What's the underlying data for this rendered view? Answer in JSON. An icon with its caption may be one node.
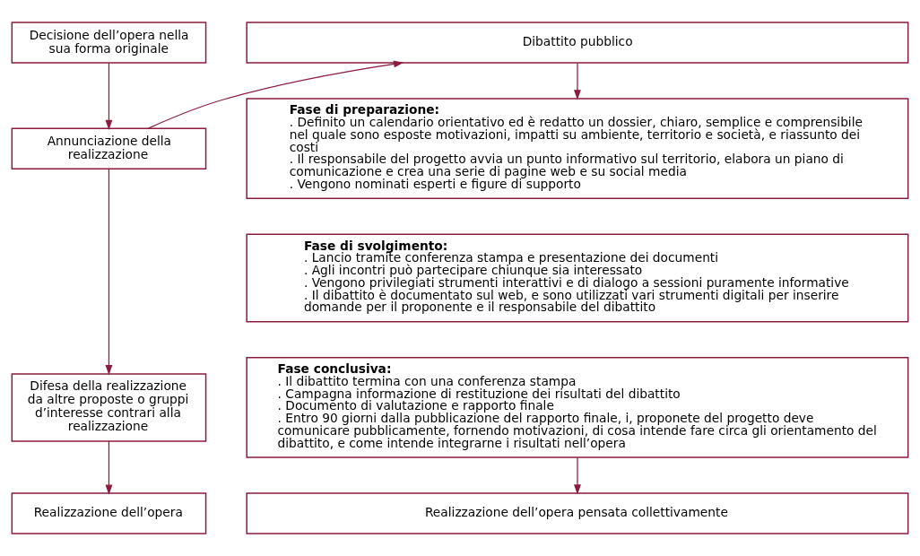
{
  "diagram": {
    "nodes": [
      {
        "text": [
          "Decisione dell’opera nella sua forma originale"
        ]
      },
      {
        "text": [
          "Annunciazione della realizzazione"
        ]
      },
      {
        "text": [
          "Difesa della realizzazione da altre proposte o gruppi d’interesse contrari alla realizzazione"
        ]
      },
      {
        "text": [
          "Realizzazione dell’opera"
        ]
      },
      {
        "text": [
          "Dibattito pubblico"
        ]
      },
      {
        "text": [
          "Fase di preparazione:",
          ". Definito un calendario orientativo ed è redatto un dossier, chiaro, semplice e comprensibile nel quale sono esposte motivazioni, impatti su ambiente, territorio e società, e riassunto dei costi",
          ". Il responsabile del progetto avvia un punto informativo sul territorio, elabora un piano di comunicazione e crea una serie di pagine web e su social media",
          ". Vengono nominati esperti e figure di supporto"
        ]
      },
      {
        "text": [
          "Fase di svolgimento:",
          ". Lancio tramite conferenza stampa e presentazione dei documenti",
          ". Agli incontri può partecipare chiunque sia interessato",
          ". Vengono privilegiati strumenti interattivi e di dialogo a sessioni puramente informative",
          ". Il dibattito è documentato sul web, e sono utilizzati vari strumenti digitali per inserire domande per il proponente e il responsabile del dibattito"
        ]
      },
      {
        "text": [
          "Fase conclusiva:",
          ". Il dibattito termina con una conferenza stampa",
          ". Campagna informazione di restituzione dei risultati del dibattito",
          ". Documento di valutazione e rapporto finale",
          ". Entro 90 giorni dalla pubblicazione del rapporto finale, i, proponete del progetto deve comunicare pubblicamente, fornendo motivazioni, di cosa intende fare circa gli orientamento del dibattito, e come intende integrarne i risultati nell’opera"
        ]
      },
      {
        "text": [
          "Realizzazione dell’opera pensata collettivamente"
        ]
      }
    ],
    "edges": [
      {
        "from": 0,
        "to": 1,
        "arrow": "to"
      },
      {
        "from": 1,
        "to": 2,
        "arrow": "to"
      },
      {
        "from": 2,
        "to": 3,
        "arrow": "to"
      },
      {
        "from": 1,
        "to": 4,
        "arrow": "to"
      },
      {
        "from": 4,
        "to": 5,
        "arrow": "to"
      },
      {
        "from": 7,
        "to": 8,
        "arrow": "to"
      }
    ]
  }
}
